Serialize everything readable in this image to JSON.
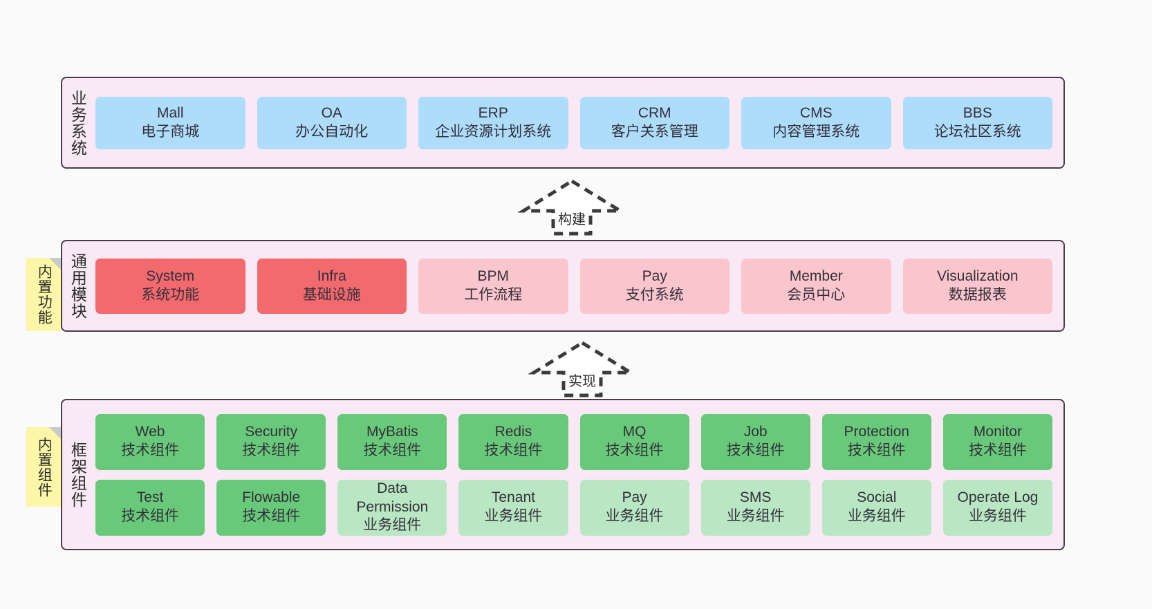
{
  "diagram": {
    "background_color": "#fafafa",
    "panel_color": "#f8e9f4",
    "panel_border_color": "#4a3d48",
    "sticky_color": "#fcf6a8"
  },
  "layers": {
    "business": {
      "title": "业务系统",
      "cards": [
        {
          "name": "Mall",
          "desc": "电子商城",
          "color": "#aedcfb"
        },
        {
          "name": "OA",
          "desc": "办公自动化",
          "color": "#aedcfb"
        },
        {
          "name": "ERP",
          "desc": "企业资源计划系统",
          "color": "#aedcfb"
        },
        {
          "name": "CRM",
          "desc": "客户关系管理",
          "color": "#aedcfb"
        },
        {
          "name": "CMS",
          "desc": "内容管理系统",
          "color": "#aedcfb"
        },
        {
          "name": "BBS",
          "desc": "论坛社区系统",
          "color": "#aedcfb"
        }
      ]
    },
    "modules": {
      "title": "通用模块",
      "sticky": "内置功能",
      "cards": [
        {
          "name": "System",
          "desc": "系统功能",
          "color": "#f2696e"
        },
        {
          "name": "Infra",
          "desc": "基础设施",
          "color": "#f2696e"
        },
        {
          "name": "BPM",
          "desc": "工作流程",
          "color": "#fbc5cd"
        },
        {
          "name": "Pay",
          "desc": "支付系统",
          "color": "#fbc5cd"
        },
        {
          "name": "Member",
          "desc": "会员中心",
          "color": "#fbc5cd"
        },
        {
          "name": "Visualization",
          "desc": "数据报表",
          "color": "#fbc5cd"
        }
      ]
    },
    "framework": {
      "title": "框架组件",
      "sticky": "内置组件",
      "row1": [
        {
          "name": "Web",
          "desc": "技术组件",
          "color": "#69c97a"
        },
        {
          "name": "Security",
          "desc": "技术组件",
          "color": "#69c97a"
        },
        {
          "name": "MyBatis",
          "desc": "技术组件",
          "color": "#69c97a"
        },
        {
          "name": "Redis",
          "desc": "技术组件",
          "color": "#69c97a"
        },
        {
          "name": "MQ",
          "desc": "技术组件",
          "color": "#69c97a"
        },
        {
          "name": "Job",
          "desc": "技术组件",
          "color": "#69c97a"
        },
        {
          "name": "Protection",
          "desc": "技术组件",
          "color": "#69c97a"
        },
        {
          "name": "Monitor",
          "desc": "技术组件",
          "color": "#69c97a"
        }
      ],
      "row2": [
        {
          "name": "Test",
          "desc": "技术组件",
          "color": "#69c97a"
        },
        {
          "name": "Flowable",
          "desc": "技术组件",
          "color": "#69c97a"
        },
        {
          "name": "Data Permission",
          "desc": "业务组件",
          "color": "#b9e6c3"
        },
        {
          "name": "Tenant",
          "desc": "业务组件",
          "color": "#b9e6c3"
        },
        {
          "name": "Pay",
          "desc": "业务组件",
          "color": "#b9e6c3"
        },
        {
          "name": "SMS",
          "desc": "业务组件",
          "color": "#b9e6c3"
        },
        {
          "name": "Social",
          "desc": "业务组件",
          "color": "#b9e6c3"
        },
        {
          "name": "Operate Log",
          "desc": "业务组件",
          "color": "#b9e6c3"
        }
      ]
    }
  },
  "connectors": [
    {
      "id": "build",
      "label": "构建",
      "direction": "up",
      "style": "dashed-block-arrow"
    },
    {
      "id": "implement",
      "label": "实现",
      "direction": "up",
      "style": "dashed-block-arrow"
    }
  ]
}
